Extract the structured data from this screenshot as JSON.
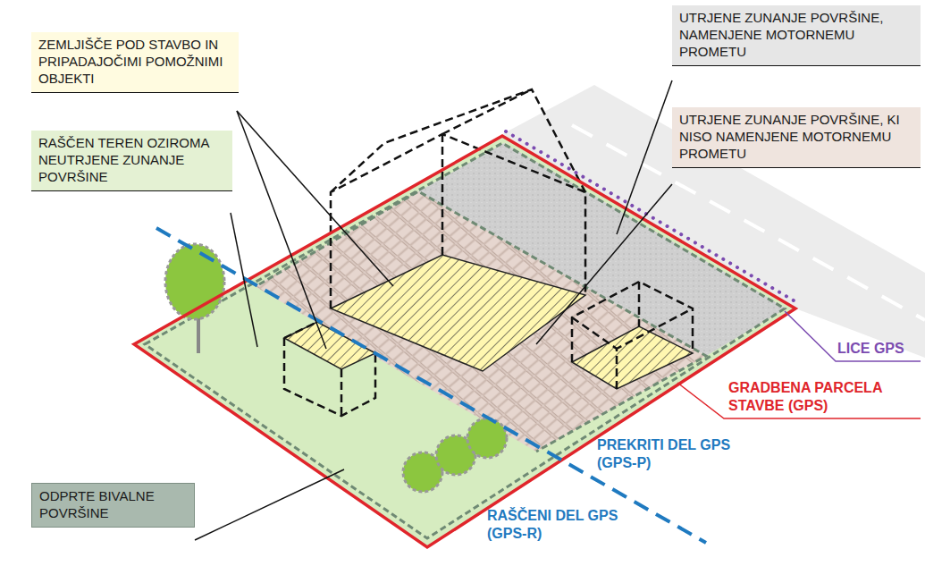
{
  "diagram": {
    "nodes": [
      {
        "text": [
          "ZEMLJIŠČE POD STAVBO IN PRIPADAJOČIMI POMOŽNIMI OBJEKTI"
        ]
      },
      {
        "text": [
          "RAŠČEN TEREN OZIROMA NEUTRJENE ZUNANJE POVRŠINE"
        ]
      },
      {
        "text": [
          "UTRJENE ZUNANJE POVRŠINE, NAMENJENE MOTORNEMU PROMETU"
        ]
      },
      {
        "text": [
          "UTRJENE ZUNANJE POVRŠINE, KI NISO NAMENJENE MOTORNEMU PROMETU"
        ]
      },
      {
        "text": [
          "ODPRTE BIVALNE POVRŠINE"
        ]
      }
    ],
    "labels": [
      "LICE GPS",
      "GRADBENA PARCELA STAVBE (GPS)",
      "PREKRITI DEL GPS (GPS-P)",
      "RAŠČENI DEL GPS (GPS-R)"
    ]
  }
}
